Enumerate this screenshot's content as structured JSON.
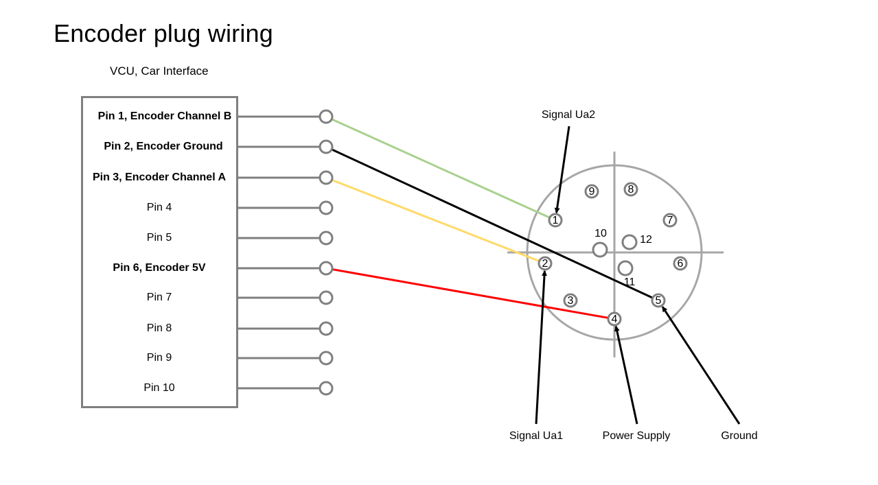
{
  "title": "Encoder plug wiring",
  "subtitle": "VCU, Car Interface",
  "colors": {
    "box": "#7f7f7f",
    "plug": "#a6a6a6",
    "wire_green": "#a9d18e",
    "wire_black": "#000000",
    "wire_yellow": "#ffd966",
    "wire_red": "#ff0000",
    "arrow": "#000000"
  },
  "vcu_pins": [
    {
      "pin": 1,
      "label": "Pin 1, Encoder Channel B",
      "bold": true
    },
    {
      "pin": 2,
      "label": "Pin 2, Encoder Ground",
      "bold": true
    },
    {
      "pin": 3,
      "label": "Pin 3, Encoder Channel A",
      "bold": true
    },
    {
      "pin": 4,
      "label": "Pin 4",
      "bold": false
    },
    {
      "pin": 5,
      "label": "Pin 5",
      "bold": false
    },
    {
      "pin": 6,
      "label": "Pin 6, Encoder 5V",
      "bold": true
    },
    {
      "pin": 7,
      "label": "Pin 7",
      "bold": false
    },
    {
      "pin": 8,
      "label": "Pin 8",
      "bold": false
    },
    {
      "pin": 9,
      "label": "Pin 9",
      "bold": false
    },
    {
      "pin": 10,
      "label": "Pin 10",
      "bold": false
    }
  ],
  "plug_pins": [
    {
      "id": "1",
      "label": "1",
      "label_inside": true
    },
    {
      "id": "2",
      "label": "2",
      "label_inside": true
    },
    {
      "id": "3",
      "label": "3",
      "label_inside": true
    },
    {
      "id": "4",
      "label": "4",
      "label_inside": true
    },
    {
      "id": "5",
      "label": "5",
      "label_inside": true
    },
    {
      "id": "6",
      "label": "6",
      "label_inside": true
    },
    {
      "id": "7",
      "label": "7",
      "label_inside": true
    },
    {
      "id": "8",
      "label": "8",
      "label_inside": true
    },
    {
      "id": "9",
      "label": "9",
      "label_inside": true
    },
    {
      "id": "10",
      "label": "10",
      "label_inside": false
    },
    {
      "id": "11",
      "label": "11",
      "label_inside": false
    },
    {
      "id": "12",
      "label": "12",
      "label_inside": false
    }
  ],
  "connections": [
    {
      "from_vcu_pin": 1,
      "to_plug_pin": "1",
      "color": "wire_green"
    },
    {
      "from_vcu_pin": 2,
      "to_plug_pin": "5",
      "color": "wire_black"
    },
    {
      "from_vcu_pin": 3,
      "to_plug_pin": "2",
      "color": "wire_yellow"
    },
    {
      "from_vcu_pin": 6,
      "to_plug_pin": "4",
      "color": "wire_red"
    }
  ],
  "callouts": [
    {
      "text": "Signal Ua2",
      "plug_pin": "1"
    },
    {
      "text": "Signal Ua1",
      "plug_pin": "2"
    },
    {
      "text": "Power Supply",
      "plug_pin": "4"
    },
    {
      "text": "Ground",
      "plug_pin": "5"
    }
  ]
}
